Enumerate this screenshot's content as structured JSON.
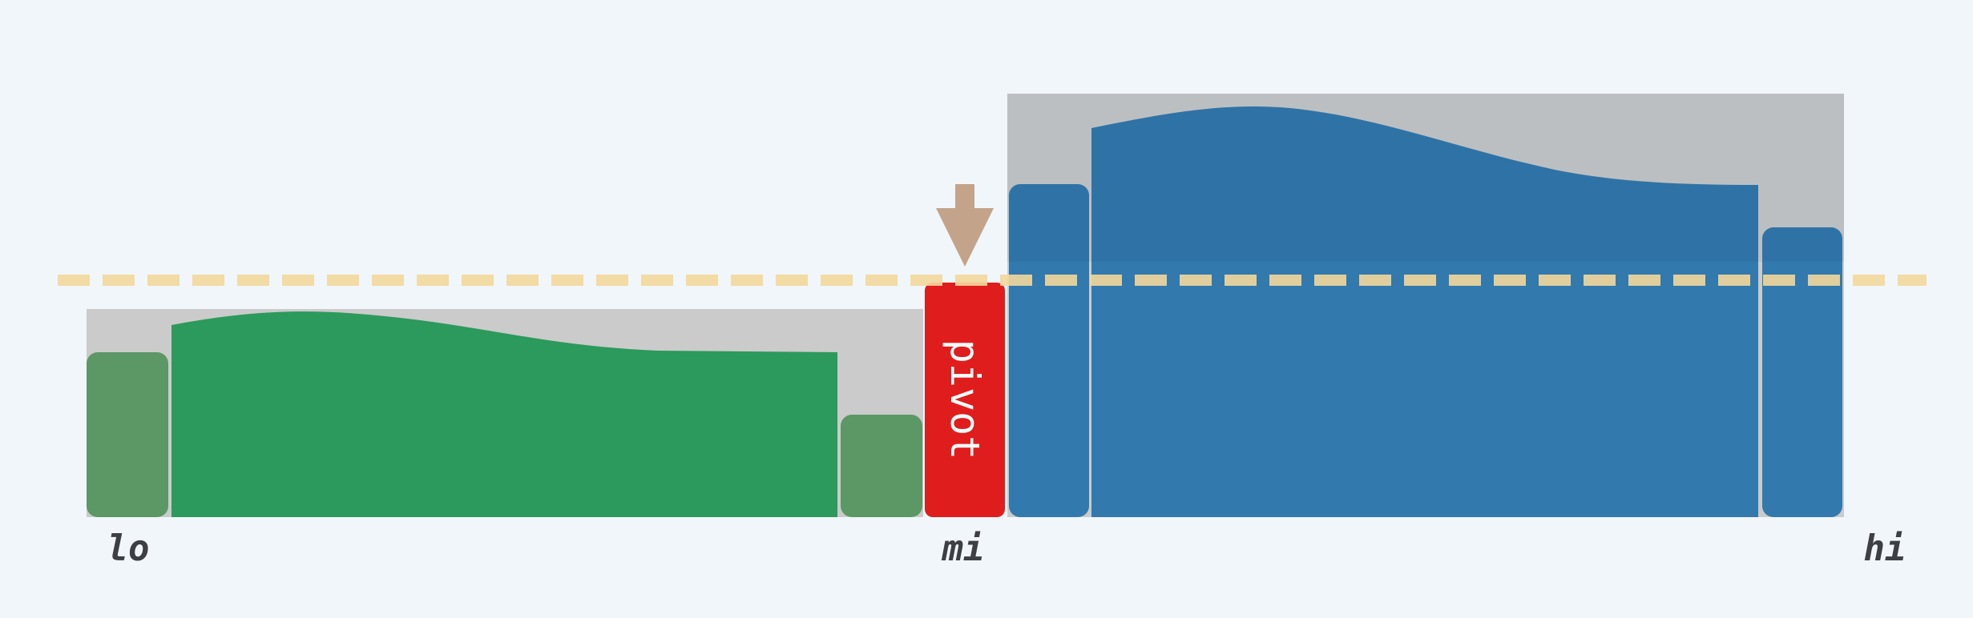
{
  "diagram": {
    "pivot_label": "pivot",
    "index_labels": {
      "lo": "lo",
      "mi": "mi",
      "hi": "hi"
    },
    "colors": {
      "background": "#f1f6fa",
      "partition_bg": "#cbcbcb",
      "left_partition": "#2b9a5c",
      "left_edge_blocks": "#5c9766",
      "pivot": "#e01d1d",
      "right_partition": "#3279ae",
      "right_edge_blocks": "#3279ae",
      "pivot_line": "#f3d99b",
      "arrow": "#c4a38b",
      "label_text": "#3c3f44"
    },
    "icons": {
      "arrow": "down-arrow-icon"
    },
    "line_style": "dashed"
  }
}
